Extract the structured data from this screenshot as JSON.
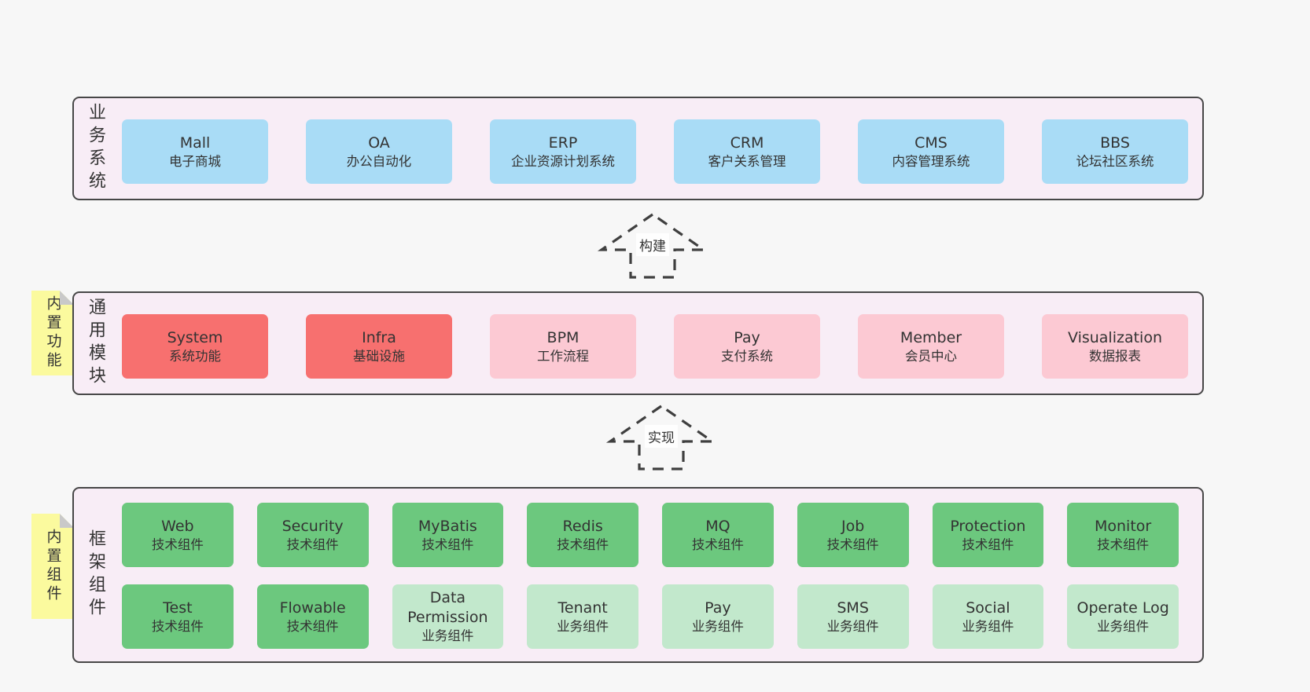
{
  "diagram": {
    "colors": {
      "page_bg": "#f7f7f7",
      "layer_bg": "#f8edf6",
      "layer_border": "#474747",
      "blue": "#a9dcf6",
      "red": "#f7706f",
      "pink": "#fcc9d3",
      "green": "#6cc87e",
      "green_light": "#c2e8cc",
      "note_bg": "#fbfa9e",
      "note_fold": "#c9c9c9",
      "arrow_stroke": "#3f3f3f",
      "arrow_label_bg": "#fefefe",
      "text": "#333333"
    },
    "arrows": [
      {
        "label": "构建"
      },
      {
        "label": "实现"
      }
    ],
    "layers": [
      {
        "label": "业务系统",
        "note": "",
        "rows": [
          [
            {
              "name": "Mall",
              "desc": "电子商城",
              "style": "blue"
            },
            {
              "name": "OA",
              "desc": "办公自动化",
              "style": "blue"
            },
            {
              "name": "ERP",
              "desc": "企业资源计划系统",
              "style": "blue"
            },
            {
              "name": "CRM",
              "desc": "客户关系管理",
              "style": "blue"
            },
            {
              "name": "CMS",
              "desc": "内容管理系统",
              "style": "blue"
            },
            {
              "name": "BBS",
              "desc": "论坛社区系统",
              "style": "blue"
            }
          ]
        ]
      },
      {
        "label": "通用模块",
        "note": "内置功能",
        "rows": [
          [
            {
              "name": "System",
              "desc": "系统功能",
              "style": "red"
            },
            {
              "name": "Infra",
              "desc": "基础设施",
              "style": "red"
            },
            {
              "name": "BPM",
              "desc": "工作流程",
              "style": "pink"
            },
            {
              "name": "Pay",
              "desc": "支付系统",
              "style": "pink"
            },
            {
              "name": "Member",
              "desc": "会员中心",
              "style": "pink"
            },
            {
              "name": "Visualization",
              "desc": "数据报表",
              "style": "pink"
            }
          ]
        ]
      },
      {
        "label": "框架组件",
        "note": "内置组件",
        "rows": [
          [
            {
              "name": "Web",
              "desc": "技术组件",
              "style": "green"
            },
            {
              "name": "Security",
              "desc": "技术组件",
              "style": "green"
            },
            {
              "name": "MyBatis",
              "desc": "技术组件",
              "style": "green"
            },
            {
              "name": "Redis",
              "desc": "技术组件",
              "style": "green"
            },
            {
              "name": "MQ",
              "desc": "技术组件",
              "style": "green"
            },
            {
              "name": "Job",
              "desc": "技术组件",
              "style": "green"
            },
            {
              "name": "Protection",
              "desc": "技术组件",
              "style": "green"
            },
            {
              "name": "Monitor",
              "desc": "技术组件",
              "style": "green"
            }
          ],
          [
            {
              "name": "Test",
              "desc": "技术组件",
              "style": "green"
            },
            {
              "name": "Flowable",
              "desc": "技术组件",
              "style": "green"
            },
            {
              "name": "Data Permission",
              "desc": "业务组件",
              "style": "green-light"
            },
            {
              "name": "Tenant",
              "desc": "业务组件",
              "style": "green-light"
            },
            {
              "name": "Pay",
              "desc": "业务组件",
              "style": "green-light"
            },
            {
              "name": "SMS",
              "desc": "业务组件",
              "style": "green-light"
            },
            {
              "name": "Social",
              "desc": "业务组件",
              "style": "green-light"
            },
            {
              "name": "Operate Log",
              "desc": "业务组件",
              "style": "green-light"
            }
          ]
        ]
      }
    ]
  }
}
